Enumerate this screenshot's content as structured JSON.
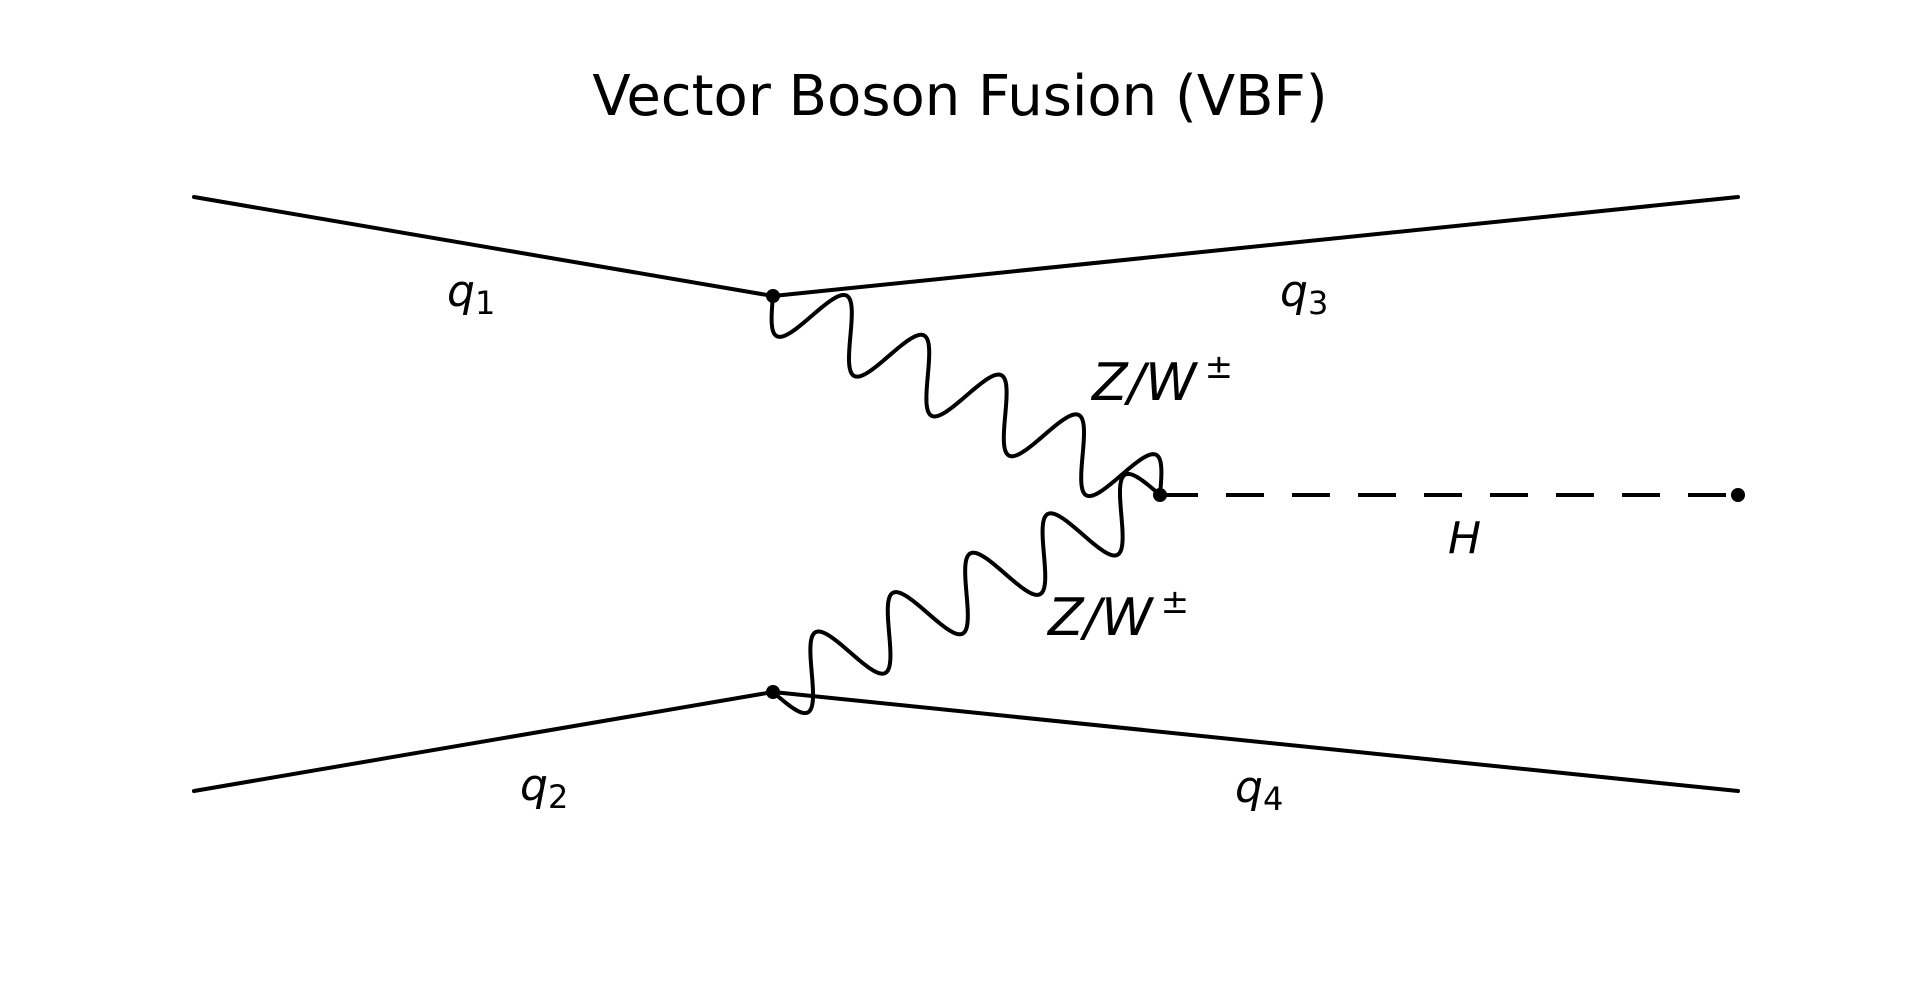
{
  "diagram": {
    "title": "Vector Boson Fusion (VBF)",
    "particles": {
      "q1": {
        "symbol": "q",
        "subscript": "1"
      },
      "q2": {
        "symbol": "q",
        "subscript": "2"
      },
      "q3": {
        "symbol": "q",
        "subscript": "3"
      },
      "q4": {
        "symbol": "q",
        "subscript": "4"
      },
      "boson_upper": {
        "symbol": "Z/W",
        "superscript": "±"
      },
      "boson_lower": {
        "symbol": "Z/W",
        "superscript": "±"
      },
      "higgs": {
        "symbol": "H"
      }
    },
    "line_styles": {
      "quark": "solid",
      "boson": "wavy",
      "higgs": "dashed"
    },
    "colors": {
      "ink": "#000000",
      "background": "#ffffff"
    }
  }
}
